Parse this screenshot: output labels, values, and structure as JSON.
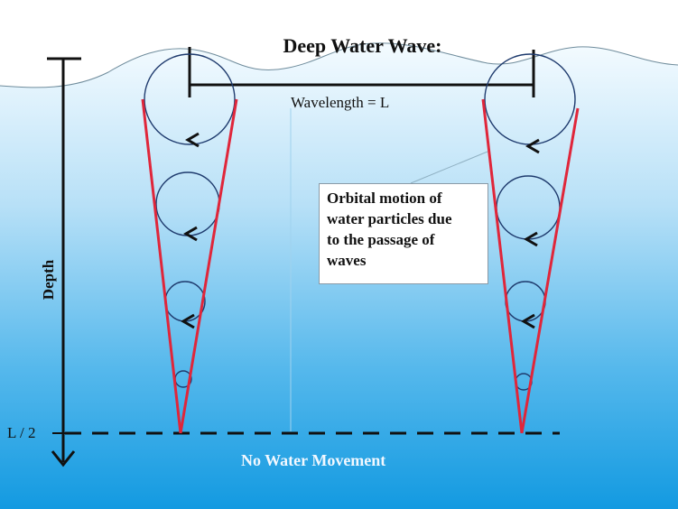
{
  "diagram": {
    "title": "Deep Water Wave:",
    "wavelength_label": "Wavelength = L",
    "depth_label": "Depth",
    "half_wavelength_label": "L / 2",
    "no_movement_label": "No Water Movement",
    "orbital_note": {
      "lines": [
        "Orbital motion of",
        "water particles due",
        "to the passage of",
        "waves"
      ]
    }
  },
  "colors": {
    "water_top": "#eaf6fd",
    "water_bottom": "#139ae1",
    "cone": "#e0263a",
    "line": "#111111"
  }
}
